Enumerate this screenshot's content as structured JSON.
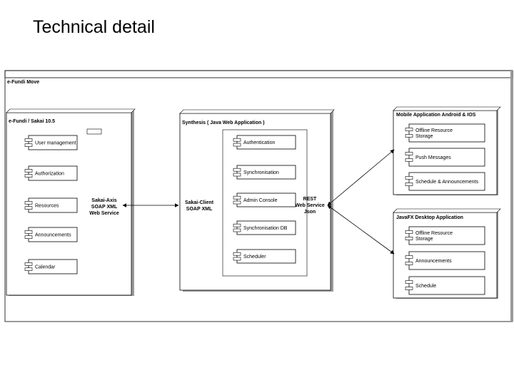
{
  "title": "Technical detail",
  "outer": {
    "label": "e-Fundi Move"
  },
  "sakai": {
    "label": "e-Fundi / Sakai 10.5",
    "components": [
      "User management",
      "Authorization",
      "Resources",
      "Announcements",
      "Calendar"
    ],
    "service": [
      "Sakai-Axis",
      "SOAP XML",
      "Web Service"
    ]
  },
  "synthesis": {
    "label": "Synthesis ( Java Web Application )",
    "client": [
      "Sakai-Client",
      "SOAP XML"
    ],
    "components": [
      "Authentication",
      "Synchronisation",
      "Admin Console",
      "Synchronisation DB",
      "Scheduler"
    ],
    "rest": [
      "REST",
      "Web Service",
      "Json"
    ]
  },
  "mobile": {
    "label": "Mobile Application Android & IOS",
    "components": [
      [
        "Offline Resource",
        "Storage"
      ],
      [
        "Push Messages"
      ],
      [
        "Schedule & Announcements"
      ]
    ]
  },
  "desktop": {
    "label": "JavaFX Desktop Application",
    "components": [
      [
        "Offline Resource",
        "Storage"
      ],
      [
        "Announcements"
      ],
      [
        "Schedule"
      ]
    ]
  }
}
